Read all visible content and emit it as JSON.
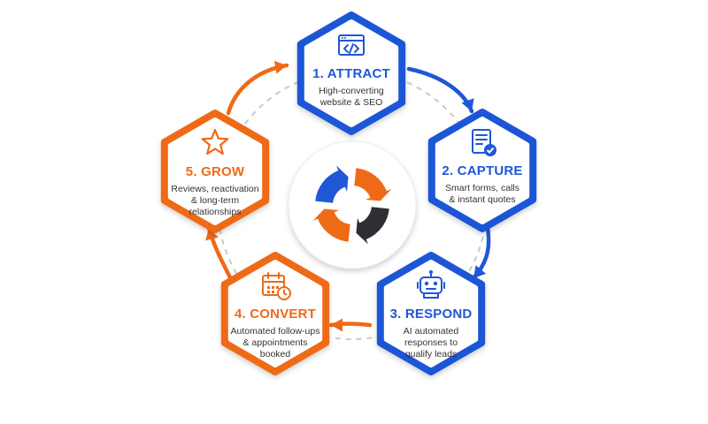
{
  "colors": {
    "blue": "#1f57d6",
    "orange": "#ef6a16",
    "dark": "#2e2f33",
    "dashed_ring": "#c9c9c9"
  },
  "steps": [
    {
      "title": "1. ATTRACT",
      "desc_lines": [
        "High-converting",
        "website & SEO"
      ],
      "icon": "code-window-icon",
      "color": "blue"
    },
    {
      "title": "2. CAPTURE",
      "desc_lines": [
        "Smart forms, calls",
        "& instant quotes"
      ],
      "icon": "form-check-icon",
      "color": "blue"
    },
    {
      "title": "3. RESPOND",
      "desc_lines": [
        "AI automated",
        "responses to",
        "qualify leads"
      ],
      "icon": "robot-icon",
      "color": "blue"
    },
    {
      "title": "4. CONVERT",
      "desc_lines": [
        "Automated follow-ups",
        "& appointments",
        "booked"
      ],
      "icon": "calendar-clock-icon",
      "color": "orange"
    },
    {
      "title": "5. GROW",
      "desc_lines": [
        "Reviews, reactivation",
        "& long-term",
        "relationships"
      ],
      "icon": "star-icon",
      "color": "orange"
    }
  ],
  "connectors": [
    {
      "from": 1,
      "to": 2,
      "color": "blue"
    },
    {
      "from": 2,
      "to": 3,
      "color": "blue"
    },
    {
      "from": 3,
      "to": 4,
      "color": "orange"
    },
    {
      "from": 4,
      "to": 5,
      "color": "orange"
    },
    {
      "from": 5,
      "to": 1,
      "color": "orange"
    }
  ],
  "center": {
    "icon": "cycle-arrows-icon",
    "arrow_colors": [
      "blue",
      "orange",
      "dark",
      "orange"
    ]
  }
}
